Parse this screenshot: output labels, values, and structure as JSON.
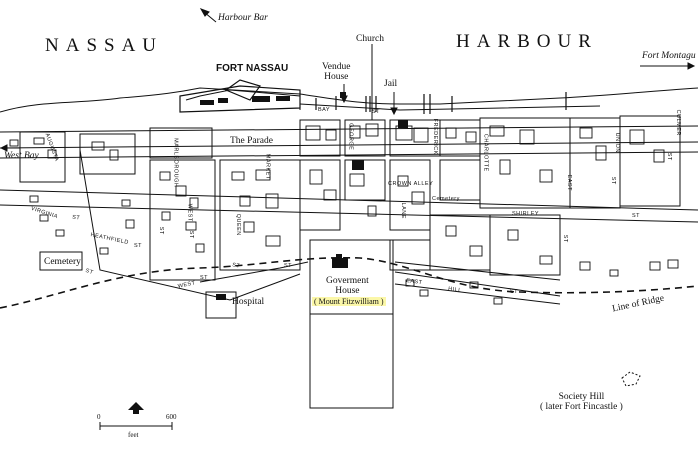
{
  "water": {
    "left": "NASSAU",
    "right": "HARBOUR"
  },
  "labels": {
    "harbour_bar": "Harbour Bar",
    "fort_nassau": "FORT NASSAU",
    "vendue_house": "Vendue\nHouse",
    "church": "Church",
    "jail": "Jail",
    "fort_montagu": "Fort Montagu",
    "west_bay": "West Bay",
    "the_parade": "The Parade",
    "cemetery": "Cemetery",
    "hospital": "Hospital",
    "government_house": "Goverment\nHouse",
    "mount_fitzwilliam": "( Mount Fitzwilliam )",
    "line_of_ridge": "Line of Ridge",
    "society_hill": "Society Hill\n( later Fort Fincastle )",
    "cemetery_small": "Cemetery"
  },
  "streets": {
    "augusta": "AUGUSTA",
    "virginia": "VIRGINIA",
    "heathfield": "HEATHFIELD",
    "st1": "ST",
    "st2": "ST",
    "st3": "ST",
    "st4": "ST",
    "st5": "ST",
    "st6": "ST",
    "st7": "ST",
    "st8": "ST",
    "st9": "ST",
    "st10": "ST",
    "st11": "ST",
    "st12": "ST",
    "st13": "ST",
    "st14": "ST",
    "marlborough": "MARLBOROUGH",
    "west": "WEST",
    "west_st": "WEST",
    "queen": "QUEEN",
    "market": "MARKET",
    "george": "GEORGE",
    "bay": "BAY",
    "frederick": "FREDERICK",
    "charlotte": "CHARLOTTE",
    "crown_alley": "CROWN ALLEY",
    "lane": "LANE",
    "shirley": "SHIRLEY",
    "east": "EAST",
    "east_hill": "EAST",
    "hill": "HILL",
    "union": "UNION",
    "culmer": "CULMER"
  },
  "scale": {
    "zero": "0",
    "max": "600",
    "unit": "feet"
  }
}
